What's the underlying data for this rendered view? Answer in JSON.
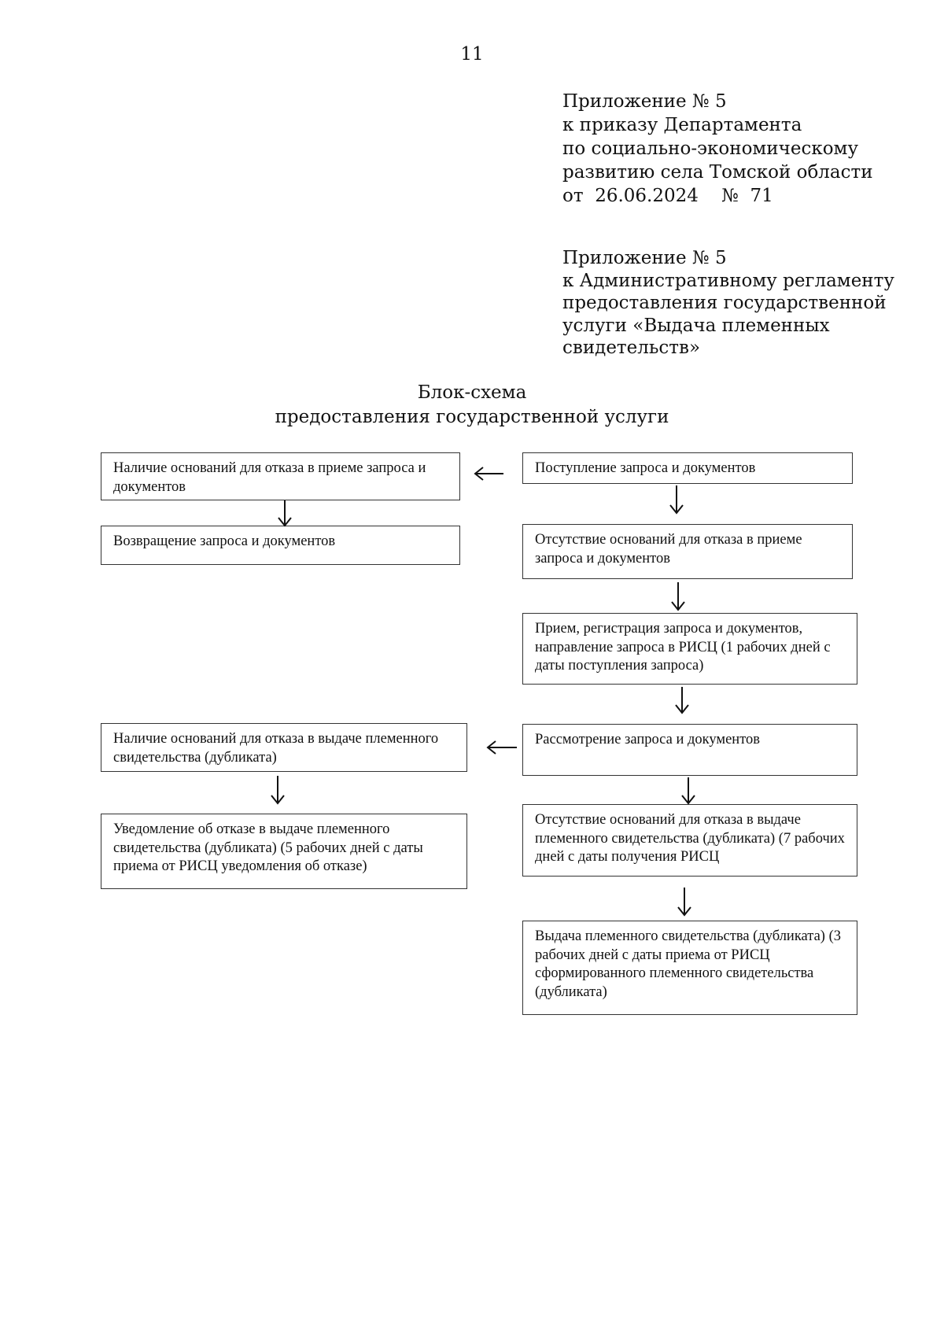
{
  "page_number": "11",
  "appendix_order": {
    "lines": [
      "Приложение № 5",
      "к приказу Департамента",
      "по социально-экономическому",
      "развитию села Томской области",
      "от  26.06.2024    №  71"
    ]
  },
  "appendix_regulation": {
    "lines": [
      "Приложение № 5",
      "к Административному регламенту",
      "предоставления государственной",
      "услуги «Выдача племенных",
      "свидетельств»"
    ]
  },
  "title": {
    "line1": "Блок-схема",
    "line2": "предоставления государственной услуги"
  },
  "flowchart": {
    "receipt": "Поступление запроса и документов",
    "refusal_grounds_intake": "Наличие оснований для отказа в приеме запроса и документов",
    "return_docs": "Возвращение запроса и документов",
    "no_refusal_intake": "Отсутствие оснований для отказа в приеме запроса и документов",
    "registration": "Прием, регистрация запроса и документов, направление запроса в РИСЦ (1 рабочих дней с даты поступления запроса)",
    "review": "Рассмотрение запроса и документов",
    "refusal_grounds_issue": "Наличие оснований для отказа в выдаче племенного свидетельства (дубликата)",
    "refusal_notice": "Уведомление об отказе в выдаче племенного свидетельства (дубликата) (5 рабочих дней с даты приема от РИСЦ уведомления об отказе)",
    "no_refusal_issue": "Отсутствие оснований для отказа в выдаче племенного свидетельства (дубликата) (7 рабочих дней с даты получения РИСЦ",
    "issuance": "Выдача племенного свидетельства (дубликата) (3 рабочих дней с даты приема от РИСЦ сформированного племенного свидетельства (дубликата)"
  }
}
